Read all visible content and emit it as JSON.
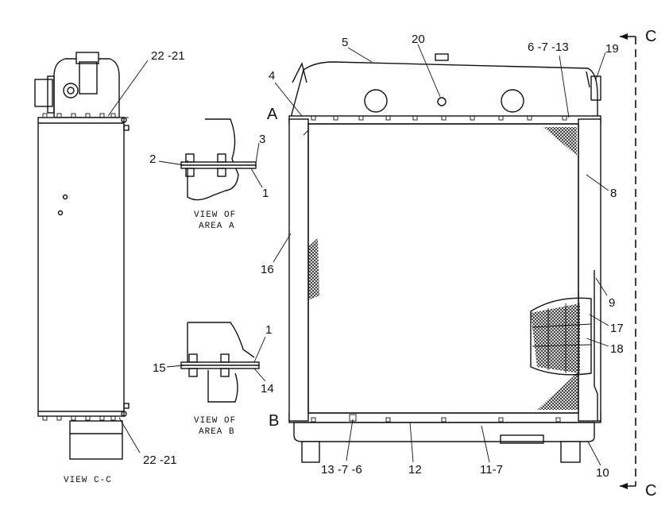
{
  "section_markers": {
    "top": "C",
    "bottom": "C",
    "area_a": "A",
    "area_b": "B"
  },
  "callouts": {
    "c1": "22 -21",
    "c2": "22 -21",
    "c3": "2",
    "c4": "3",
    "c5": "1",
    "c6": "15",
    "c7": "1",
    "c8": "14",
    "c9": "5",
    "c10": "20",
    "c11": "6 -7 -13",
    "c12": "19",
    "c13": "4",
    "c14": "8",
    "c15": "16",
    "c16": "9",
    "c17": "17",
    "c18": "18",
    "c19": "13 -7 -6",
    "c20": "12",
    "c21": "11-7",
    "c22": "10"
  },
  "captions": {
    "view_a_line1": "VIEW OF",
    "view_a_line2": "AREA A",
    "view_b_line1": "VIEW OF",
    "view_b_line2": "AREA B",
    "view_cc": "VIEW C-C"
  }
}
